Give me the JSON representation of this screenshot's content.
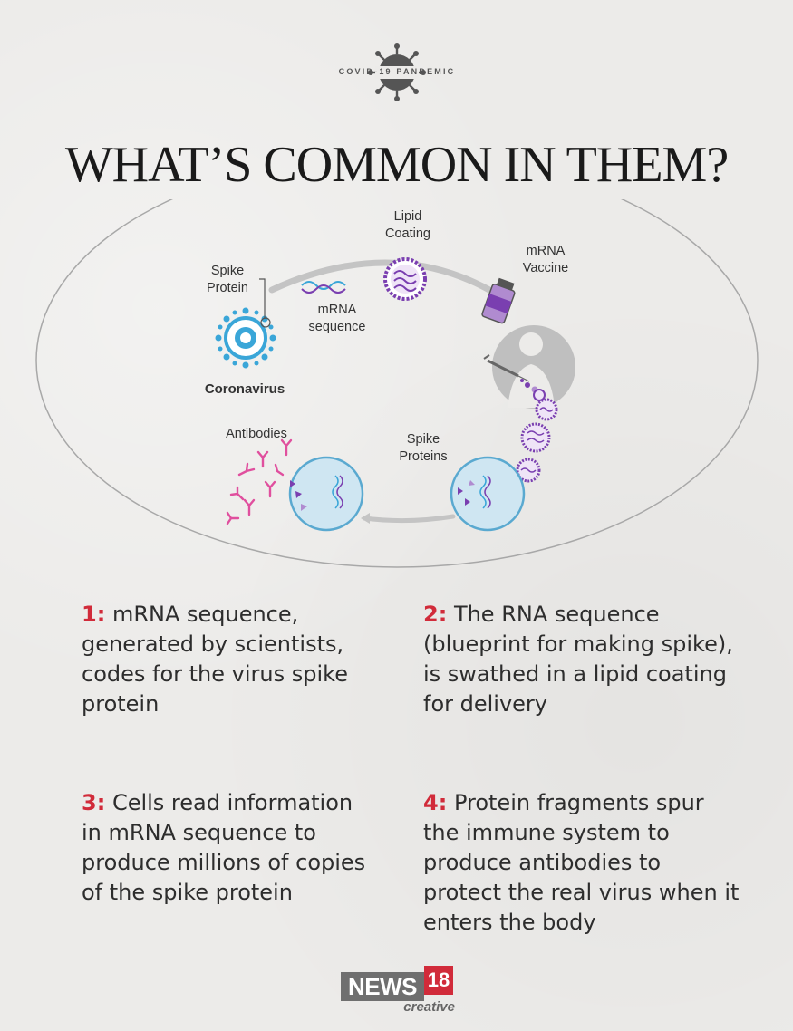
{
  "header": {
    "badge_text": "COVID-19 PANDEMIC",
    "title": "WHAT’S COMMON IN THEM?"
  },
  "diagram": {
    "labels": {
      "lipid_coating": "Lipid\nCoating",
      "mrna_vaccine": "mRNA\nVaccine",
      "spike_protein": "Spike\nProtein",
      "mrna_sequence": "mRNA\nsequence",
      "coronavirus": "Coronavirus",
      "antibodies": "Antibodies",
      "spike_proteins": "Spike\nProteins"
    },
    "colors": {
      "virus": "#3aa6d8",
      "lipid": "#7a3fb0",
      "antibody": "#e04f9e",
      "cell": "#cfe6f2",
      "ring": "#b9b9b9"
    }
  },
  "steps": [
    {
      "num": "1:",
      "text": "mRNA sequence, generated by scientists, codes for the virus spike protein"
    },
    {
      "num": "2:",
      "text": "The RNA sequence (blueprint for making spike), is swathed in a lipid coating for delivery"
    },
    {
      "num": "3:",
      "text": "Cells read information in mRNA sequence to produce millions of copies of the spike protein"
    },
    {
      "num": "4:",
      "text": "Protein fragments spur the immune system to produce antibodies to protect the real virus when it enters the body"
    }
  ],
  "logo": {
    "news": "NEWS",
    "number": "18",
    "sub": "creative"
  }
}
